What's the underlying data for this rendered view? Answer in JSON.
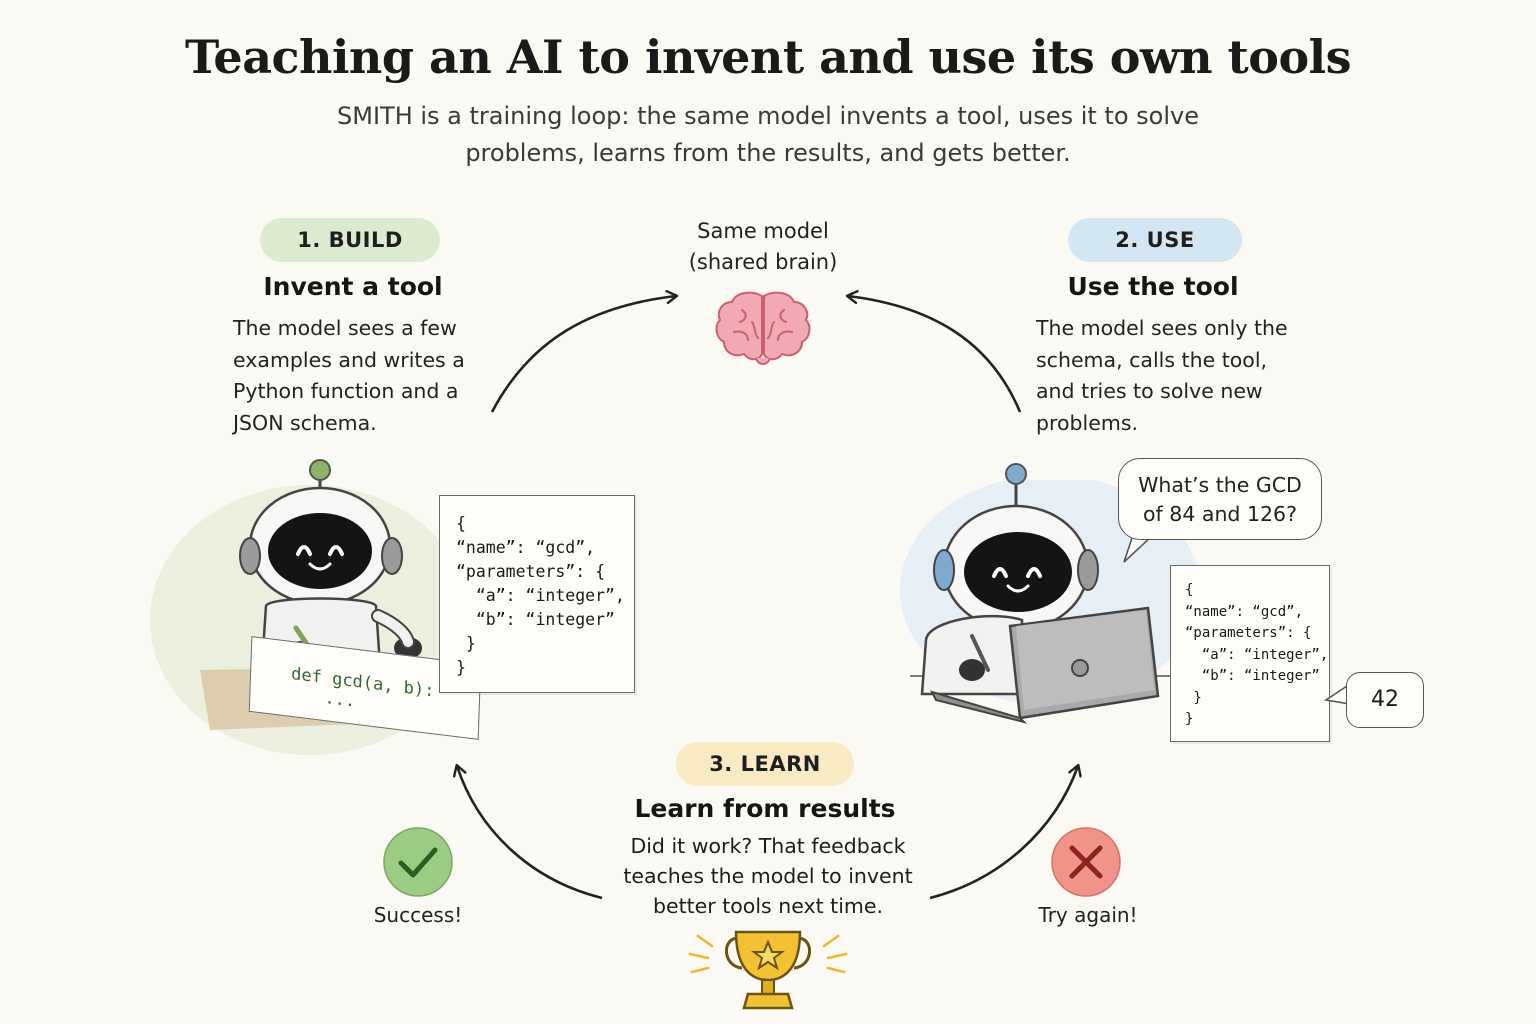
{
  "title": "Teaching an AI to invent and use its own tools",
  "subtitle": "SMITH is a training loop: the same model invents a tool, uses it to solve problems, learns from the results, and gets better.",
  "center": {
    "line1": "Same model",
    "line2": "(shared brain)",
    "icon": "brain-icon"
  },
  "build": {
    "pill": "1. BUILD",
    "heading": "Invent a tool",
    "desc": "The model sees a few examples and writes a Python function and a JSON schema.",
    "schema_code": "{\n“name”: “gcd”,\n“parameters”: {\n  “a”: “integer”,\n  “b”: “integer”\n }\n}",
    "paper_line1": "def gcd(a, b):",
    "paper_line2": "...",
    "colors": {
      "pill": "#dcebd0",
      "accent": "#8db36b"
    }
  },
  "use": {
    "pill": "2. USE",
    "heading": "Use the tool",
    "desc": "The model sees only the schema, calls the tool, and tries to solve new problems.",
    "question": "What’s the GCD of 84 and 126?",
    "schema_code": "{\n“name”: “gcd”,\n“parameters”: {\n  “a”: “integer”,\n  “b”: “integer”\n }\n}",
    "answer": "42",
    "colors": {
      "pill": "#d5e6f3",
      "accent": "#7faad0"
    }
  },
  "learn": {
    "pill": "3. LEARN",
    "heading": "Learn from results",
    "desc": "Did it work? That feedback teaches the model to invent better tools next time.",
    "success_label": "Success!",
    "retry_label": "Try again!",
    "icons": [
      "check-icon",
      "cross-icon",
      "trophy-icon"
    ],
    "colors": {
      "pill": "#f8ebc4",
      "success": "#9ccb84",
      "retry": "#f0948a",
      "trophy": "#f2c232"
    }
  }
}
